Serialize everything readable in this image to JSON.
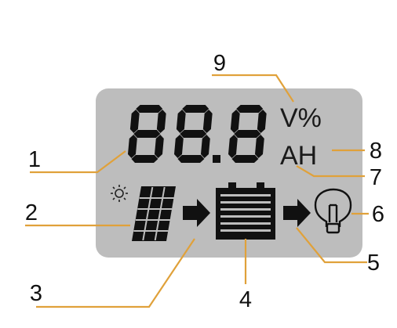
{
  "display": {
    "digits": "88.8",
    "unit_top": "V%",
    "unit_bottom": "AH",
    "colors": {
      "lcd_bg": "#bdbdbd",
      "segment": "#111111",
      "leader": "#e0a13a"
    }
  },
  "icons": [
    "sun-icon",
    "solar-panel-icon",
    "arrow-right-icon",
    "battery-icon",
    "arrow-right-icon",
    "bulb-icon"
  ],
  "callouts": [
    {
      "id": "c1",
      "label": "1"
    },
    {
      "id": "c2",
      "label": "2"
    },
    {
      "id": "c3",
      "label": "3"
    },
    {
      "id": "c4",
      "label": "4"
    },
    {
      "id": "c5",
      "label": "5"
    },
    {
      "id": "c6",
      "label": "6"
    },
    {
      "id": "c7",
      "label": "7"
    },
    {
      "id": "c8",
      "label": "8"
    },
    {
      "id": "c9",
      "label": "9"
    }
  ]
}
